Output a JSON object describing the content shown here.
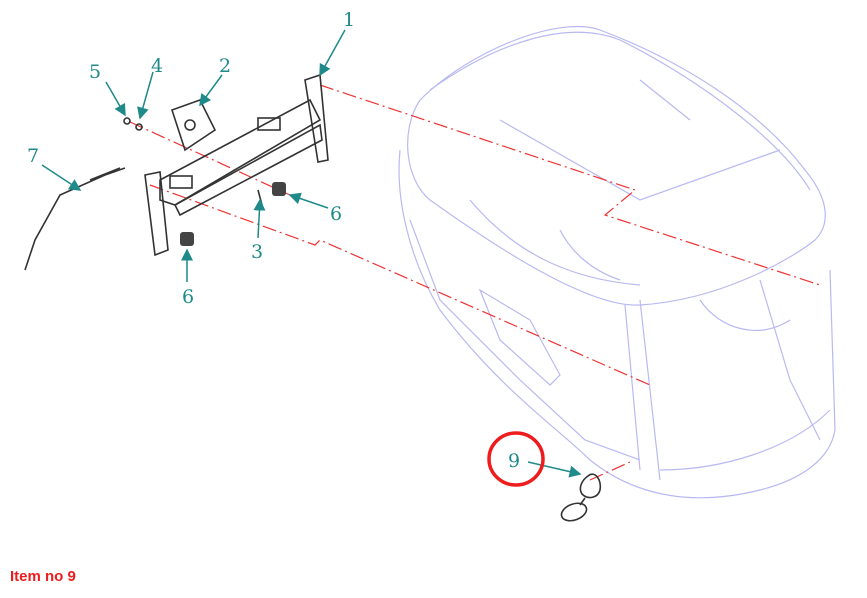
{
  "diagram": {
    "callouts": [
      {
        "id": "1",
        "text": "1"
      },
      {
        "id": "2",
        "text": "2"
      },
      {
        "id": "3",
        "text": "3"
      },
      {
        "id": "4",
        "text": "4"
      },
      {
        "id": "5",
        "text": "5"
      },
      {
        "id": "6a",
        "text": "6"
      },
      {
        "id": "6b",
        "text": "6"
      },
      {
        "id": "7",
        "text": "7"
      },
      {
        "id": "9",
        "text": "9"
      }
    ],
    "highlight_color": "#ee1c1c",
    "callout_color": "#1e8a8a"
  },
  "caption": "Item no 9"
}
